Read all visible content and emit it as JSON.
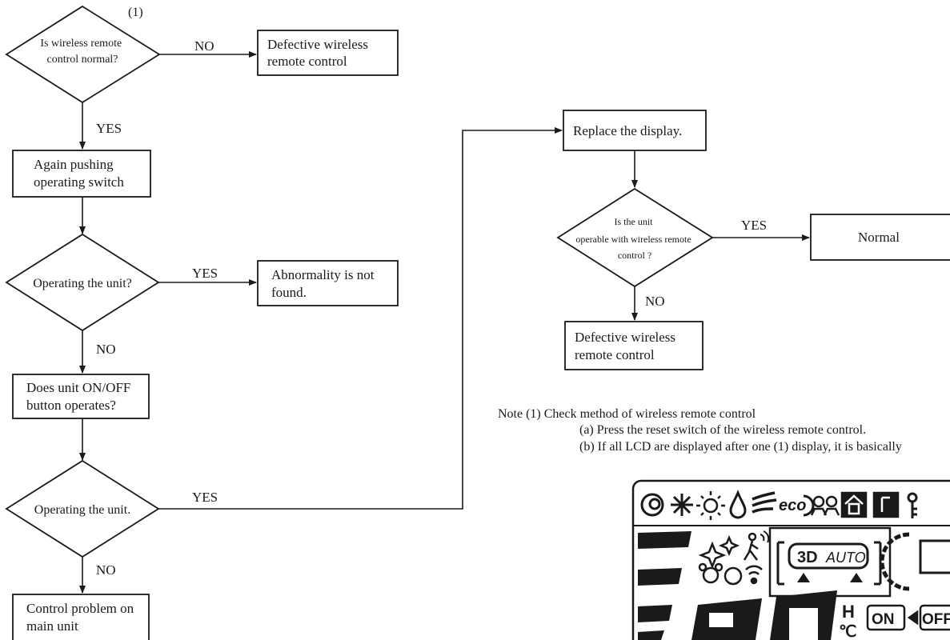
{
  "flowchart": {
    "note_marker": "(1)",
    "d1": [
      "Is wireless remote",
      "control normal?"
    ],
    "d1_no_label": "NO",
    "d1_yes_label": "YES",
    "defective_top": [
      "Defective wireless",
      "remote control"
    ],
    "again_pushing": [
      "Again pushing",
      "operating switch"
    ],
    "d2": [
      "Operating the unit?"
    ],
    "d2_yes_label": "YES",
    "d2_no_label": "NO",
    "abnormality": [
      "Abnormality is not",
      "found."
    ],
    "onoff_button": [
      "Does unit ON/OFF",
      "button operates?"
    ],
    "d3": [
      "Operating the unit."
    ],
    "d3_yes_label": "YES",
    "d3_no_label": "NO",
    "control_problem": [
      "Control problem on",
      "main unit"
    ],
    "replace_display": [
      "Replace the display."
    ],
    "d4": [
      "Is the unit",
      "operable with wireless remote",
      "control ?"
    ],
    "d4_yes_label": "YES",
    "d4_no_label": "NO",
    "normal": [
      "Normal"
    ],
    "defective_right": [
      "Defective wireless",
      "remote control"
    ]
  },
  "notes": {
    "line1": "Note (1) Check method of wireless remote control",
    "line2": "(a) Press the reset switch of the wireless  remote control.",
    "line3": "(b) If all LCD are displayed after one (1) display, it is basically"
  },
  "lcd": {
    "eco": "eco",
    "three_d": "3D",
    "auto": "AUTO",
    "on": "ON",
    "off": "OFF",
    "h": "H",
    "celsius": "℃"
  }
}
